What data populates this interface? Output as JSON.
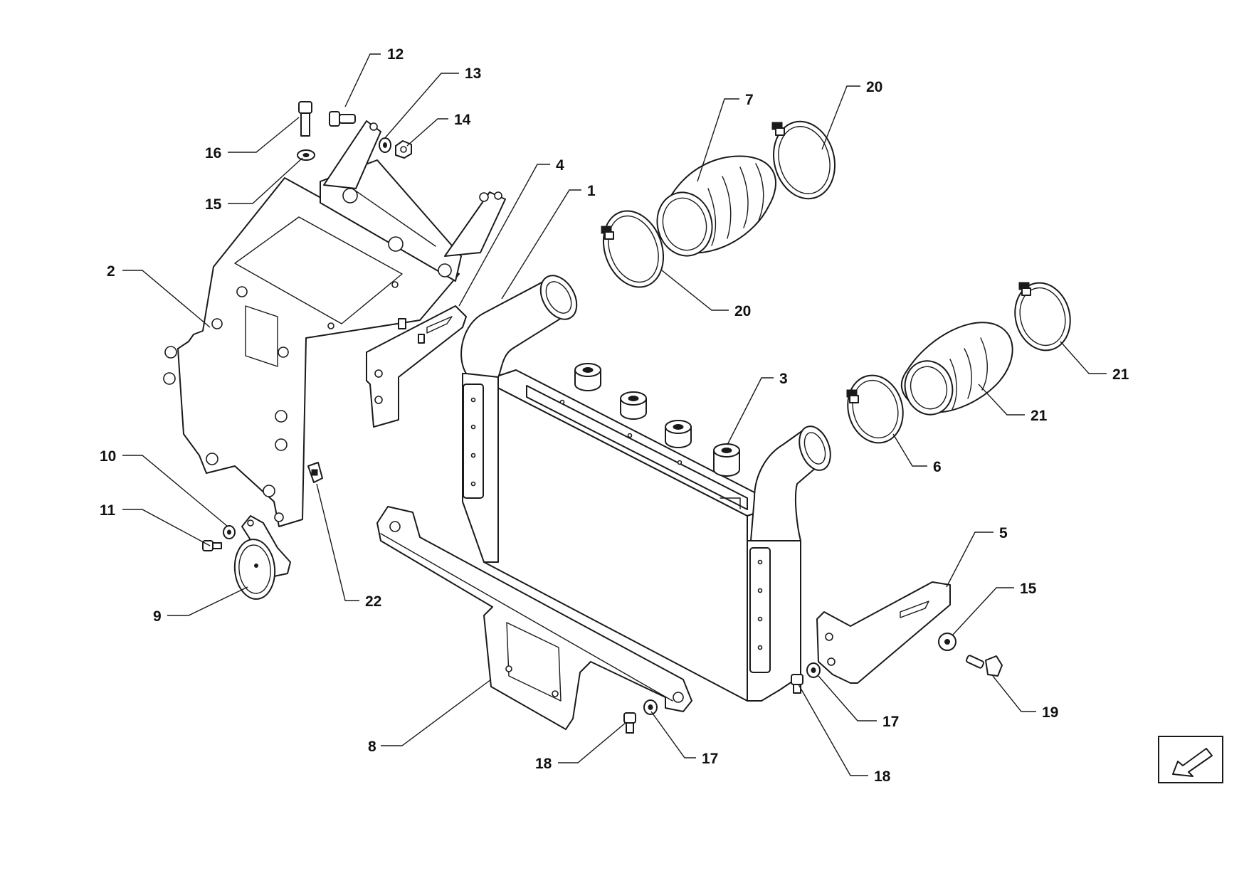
{
  "callouts": {
    "c1": "1",
    "c2": "2",
    "c3": "3",
    "c4": "4",
    "c5": "5",
    "c6": "6",
    "c7": "7",
    "c8": "8",
    "c9": "9",
    "c10": "10",
    "c11": "11",
    "c12": "12",
    "c13": "13",
    "c14": "14",
    "c15a": "15",
    "c15b": "15",
    "c16": "16",
    "c17a": "17",
    "c17b": "17",
    "c18a": "18",
    "c18b": "18",
    "c19": "19",
    "c20a": "20",
    "c20b": "20",
    "c21a": "21",
    "c21b": "21",
    "c22": "22"
  },
  "icons": {
    "orientation": "orientation-arrow-icon"
  },
  "colors": {
    "line": "#1a1a1a",
    "background": "#ffffff"
  }
}
